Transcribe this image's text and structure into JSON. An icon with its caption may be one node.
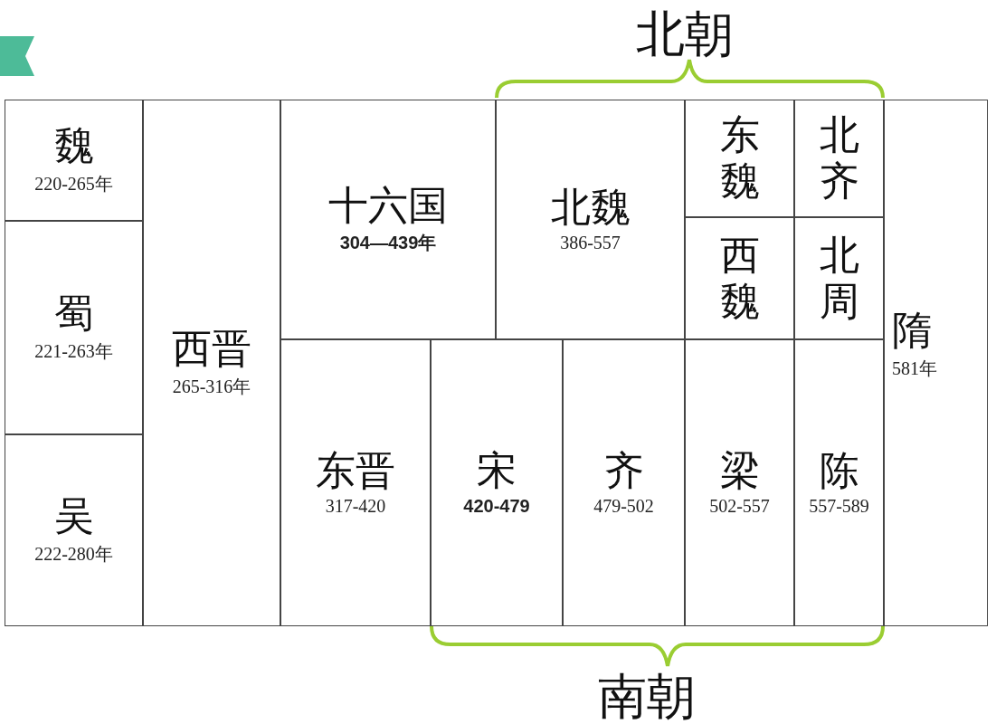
{
  "diagram": {
    "nodes": [
      {
        "text": [
          "魏",
          "220-265年"
        ]
      },
      {
        "text": [
          "蜀",
          "221-263年"
        ]
      },
      {
        "text": [
          "吴",
          "222-280年"
        ]
      },
      {
        "text": [
          "西晋",
          "265-316年"
        ]
      },
      {
        "text": [
          "十六国",
          "304—439年"
        ]
      },
      {
        "text": [
          "北魏",
          "386-557"
        ]
      },
      {
        "text": [
          "东魏"
        ]
      },
      {
        "text": [
          "北齐"
        ]
      },
      {
        "text": [
          "西魏"
        ]
      },
      {
        "text": [
          "北周"
        ]
      },
      {
        "text": [
          "东晋",
          "317-420"
        ]
      },
      {
        "text": [
          "宋",
          "420-479"
        ]
      },
      {
        "text": [
          "齐",
          "479-502"
        ]
      },
      {
        "text": [
          "梁",
          "502-557"
        ]
      },
      {
        "text": [
          "陈",
          "557-589"
        ]
      },
      {
        "text": [
          "隋",
          "581年"
        ]
      }
    ],
    "labels": [
      "北朝",
      "南朝"
    ]
  }
}
